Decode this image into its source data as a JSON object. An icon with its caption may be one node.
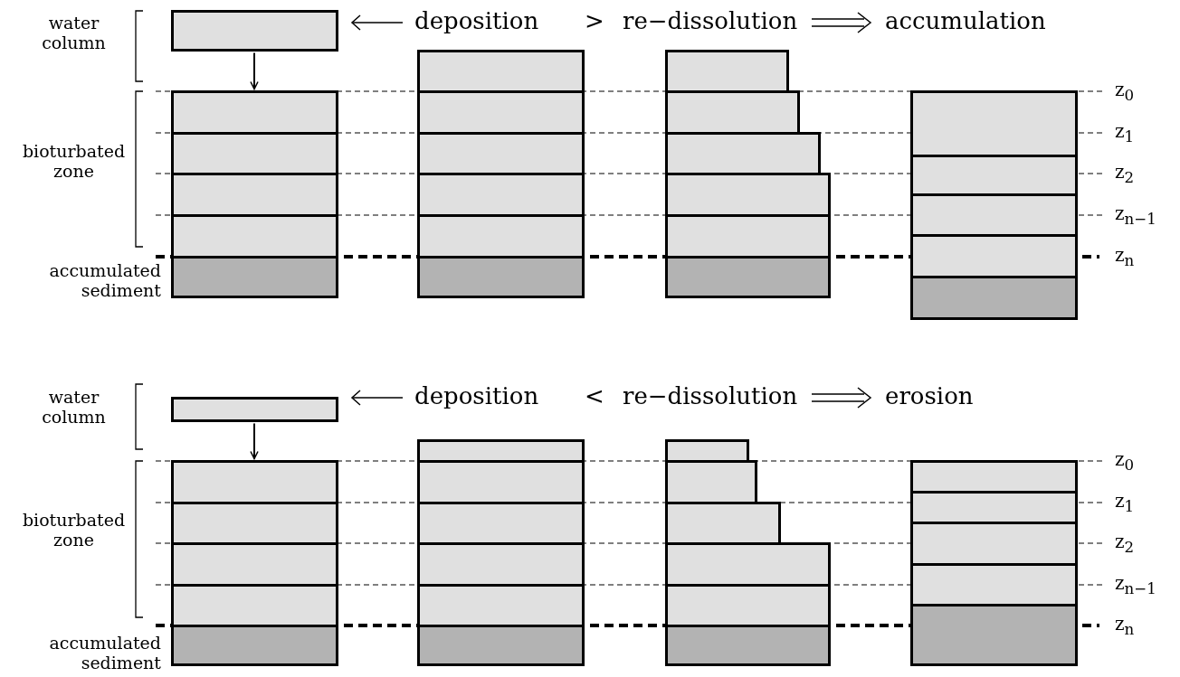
{
  "diagram": {
    "nodes": [
      {
        "text": [],
        "shape": "box"
      },
      {
        "text": [],
        "shape": "box"
      },
      {
        "text": [],
        "shape": "box"
      },
      {
        "text": [],
        "shape": "box"
      },
      {
        "text": [],
        "shape": "box"
      },
      {
        "text": [],
        "shape": "box"
      },
      {
        "text": [],
        "shape": "box"
      },
      {
        "text": [],
        "shape": "box"
      },
      {
        "text": [],
        "shape": "box"
      },
      {
        "text": [],
        "shape": "box"
      }
    ],
    "edges": [
      {
        "from": 0,
        "to": 1,
        "arrow": "to"
      },
      {
        "from": 5,
        "to": 6,
        "arrow": "to"
      }
    ],
    "labels": [
      "water column",
      "deposition",
      ">",
      "re−dissolution",
      "accumulation",
      "z$_{0}$",
      "z$_{1}$",
      "bioturbated zone",
      "z$_{2}$",
      "z$_{n−1}$",
      "z$_{n}$",
      "accumulated sediment",
      "water column",
      "deposition",
      "<",
      "re−dissolution",
      "erosion",
      "z$_{0}$",
      "z$_{1}$",
      "bioturbated zone",
      "z$_{2}$",
      "z$_{n−1}$",
      "z$_{n}$",
      "accumulated sediment"
    ]
  }
}
